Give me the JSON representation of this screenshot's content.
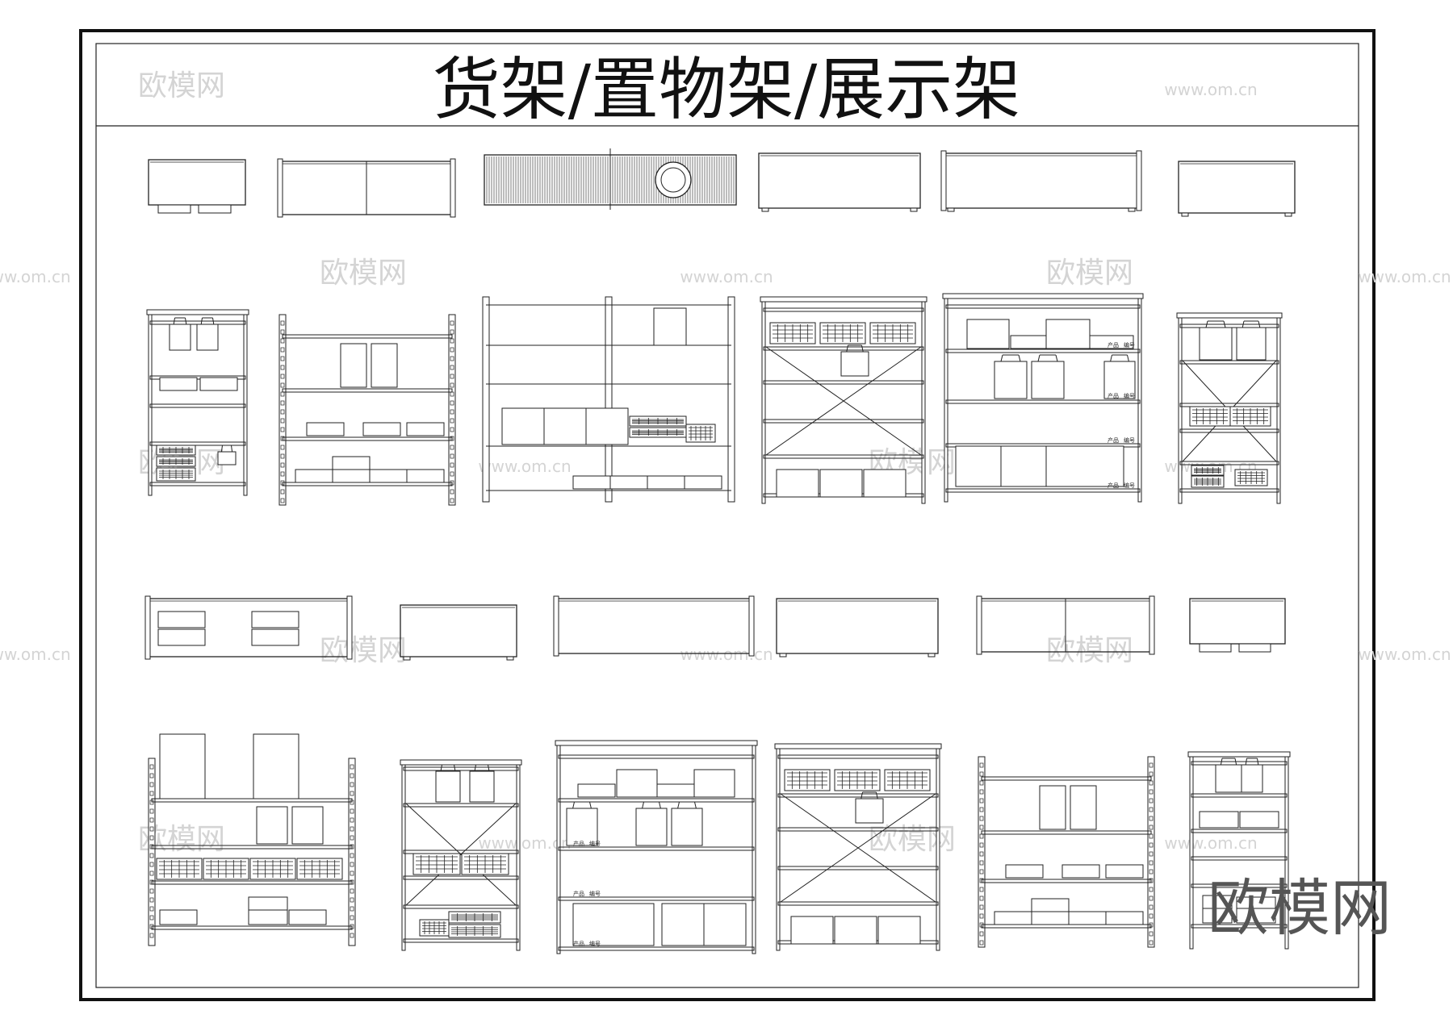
{
  "title": "货架/置物架/展示架",
  "watermark": {
    "cn_text": "欧模网",
    "url_text": "www.om.cn"
  },
  "brand_logo_text": "欧模网",
  "colors": {
    "line": "#222222",
    "watermark": "#d4d4d4",
    "background": "#ffffff"
  },
  "drawing": {
    "rows": 4,
    "columns": 6,
    "row_types": [
      "top-view",
      "front-elevation",
      "top-view",
      "front-elevation"
    ],
    "rack_tag_labels": [
      "产品",
      "编号"
    ]
  }
}
